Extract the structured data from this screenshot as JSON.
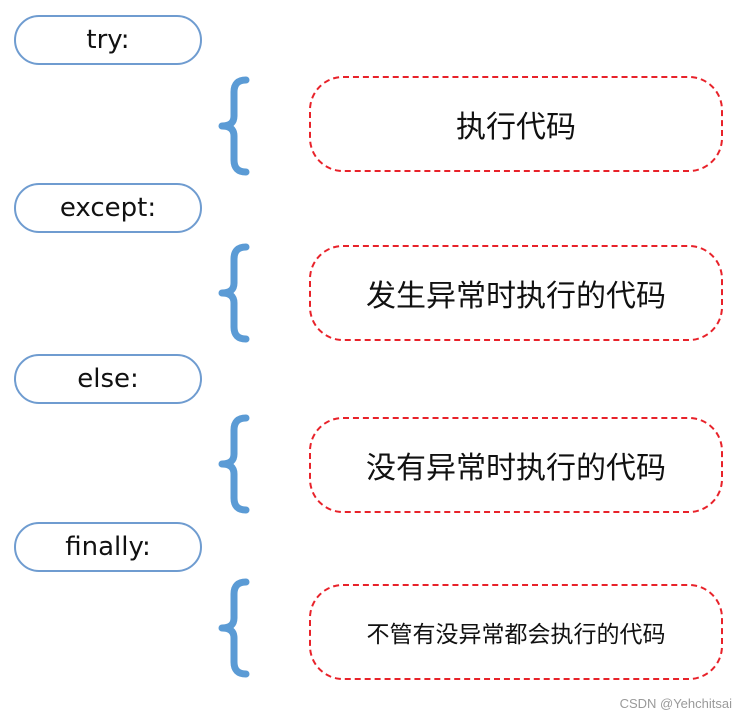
{
  "blocks": [
    {
      "keyword": "try:",
      "description": "执行代码"
    },
    {
      "keyword": "except:",
      "description": "发生异常时执行的代码"
    },
    {
      "keyword": "else:",
      "description": "没有异常时执行的代码"
    },
    {
      "keyword": "finally:",
      "description": "不管有没异常都会执行的代码"
    }
  ],
  "watermark": "CSDN @Yehchitsai",
  "colors": {
    "keyword_border": "#6f9cd0",
    "brace": "#5b9bd5",
    "dashed_border": "#e8222a"
  }
}
